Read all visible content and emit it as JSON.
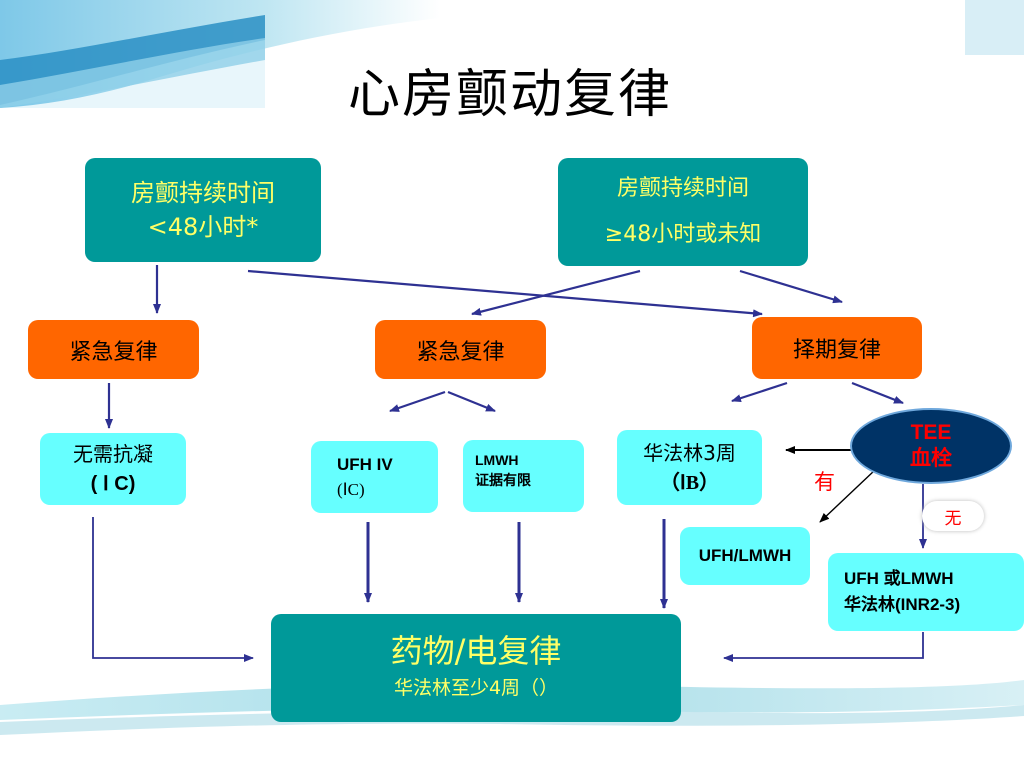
{
  "title": "心房颤动复律",
  "top_left": {
    "line1": "房颤持续时间",
    "line2": "<48小时*"
  },
  "top_right": {
    "line1": "房颤持续时间",
    "line2": "≥48小时或未知"
  },
  "emergency_left": "紧急复律",
  "emergency_mid": "紧急复律",
  "elective": "择期复律",
  "no_anticoag": {
    "line1": "无需抗凝",
    "line2": "( Ⅰ C)"
  },
  "ufh_iv": {
    "line1": "UFH IV",
    "line2": "(ⅠC)"
  },
  "lmwh": {
    "line1": "LMWH",
    "line2": "证据有限"
  },
  "warfarin3": {
    "line1": "华法林3周",
    "line2": "（ⅠB）"
  },
  "tee": {
    "line1": "TEE",
    "line2": "血栓"
  },
  "label_yes": "有",
  "label_no": "无",
  "ufh_lmwh": "UFH/LMWH",
  "ufh_or_lmwh": {
    "line1": "UFH 或LMWH",
    "line2": "华法林(INR2-3)"
  },
  "final": {
    "line1": "药物/电复律",
    "line2": "华法林至少4周（）"
  },
  "colors": {
    "teal": "#009999",
    "orange": "#ff6600",
    "cyan": "#66ffff",
    "navy": "#003366",
    "arrow": "#2e3192",
    "yellow_text": "#ffff66",
    "red_text": "#ff0000"
  }
}
